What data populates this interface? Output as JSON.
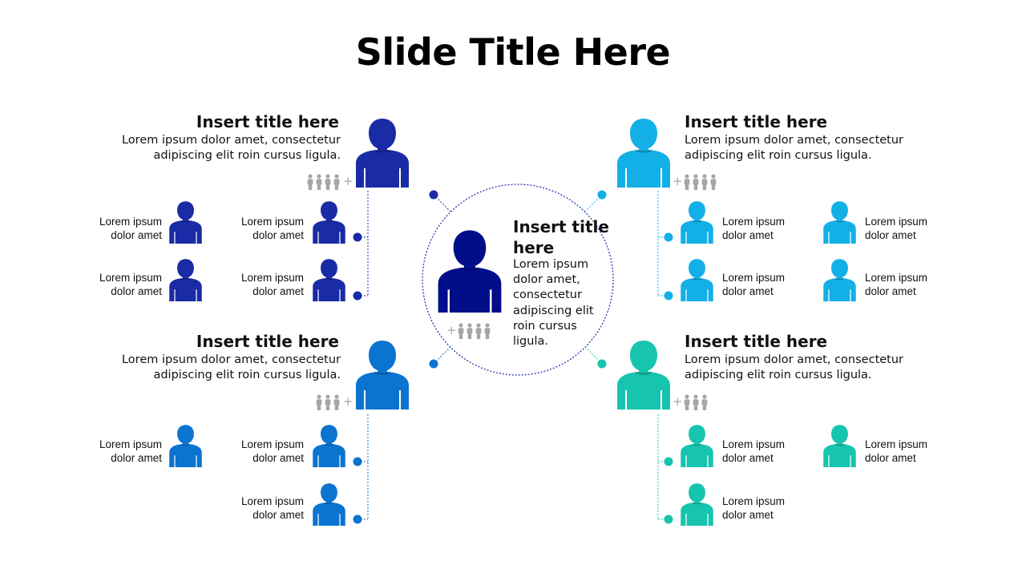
{
  "slide": {
    "title": "Slide Title Here"
  },
  "colors": {
    "navy": "#000e8a",
    "blue": "#1a2ba6",
    "mid_blue": "#0b74d1",
    "sky": "#12b0e6",
    "teal": "#17c4ad",
    "gray": "#a6a6a6"
  },
  "center": {
    "title": "Insert title here",
    "desc": "Lorem ipsum dolor amet, consectetur adipiscing elit roin cursus ligula."
  },
  "groups": {
    "top_left": {
      "title": "Insert title here",
      "desc": "Lorem ipsum dolor amet, consectetur adipiscing elit roin cursus ligula.",
      "members": [
        {
          "line1": "Lorem ipsum",
          "line2": "dolor amet"
        },
        {
          "line1": "Lorem ipsum",
          "line2": "dolor amet"
        },
        {
          "line1": "Lorem ipsum",
          "line2": "dolor amet"
        },
        {
          "line1": "Lorem ipsum",
          "line2": "dolor amet"
        }
      ]
    },
    "bottom_left": {
      "title": "Insert title here",
      "desc": "Lorem ipsum dolor amet, consectetur adipiscing elit roin cursus ligula.",
      "members": [
        {
          "line1": "Lorem ipsum",
          "line2": "dolor amet"
        },
        {
          "line1": "Lorem ipsum",
          "line2": "dolor amet"
        },
        {
          "line1": "Lorem ipsum",
          "line2": "dolor amet"
        }
      ]
    },
    "top_right": {
      "title": "Insert title here",
      "desc": "Lorem ipsum dolor amet, consectetur adipiscing elit roin cursus ligula.",
      "members": [
        {
          "line1": "Lorem ipsum",
          "line2": "dolor amet"
        },
        {
          "line1": "Lorem ipsum",
          "line2": "dolor amet"
        },
        {
          "line1": "Lorem ipsum",
          "line2": "dolor amet"
        },
        {
          "line1": "Lorem ipsum",
          "line2": "dolor amet"
        }
      ]
    },
    "bottom_right": {
      "title": "Insert title here",
      "desc": "Lorem ipsum dolor amet, consectetur adipiscing elit roin cursus ligula.",
      "members": [
        {
          "line1": "Lorem ipsum",
          "line2": "dolor amet"
        },
        {
          "line1": "Lorem ipsum",
          "line2": "dolor amet"
        },
        {
          "line1": "Lorem ipsum",
          "line2": "dolor amet"
        }
      ]
    }
  }
}
